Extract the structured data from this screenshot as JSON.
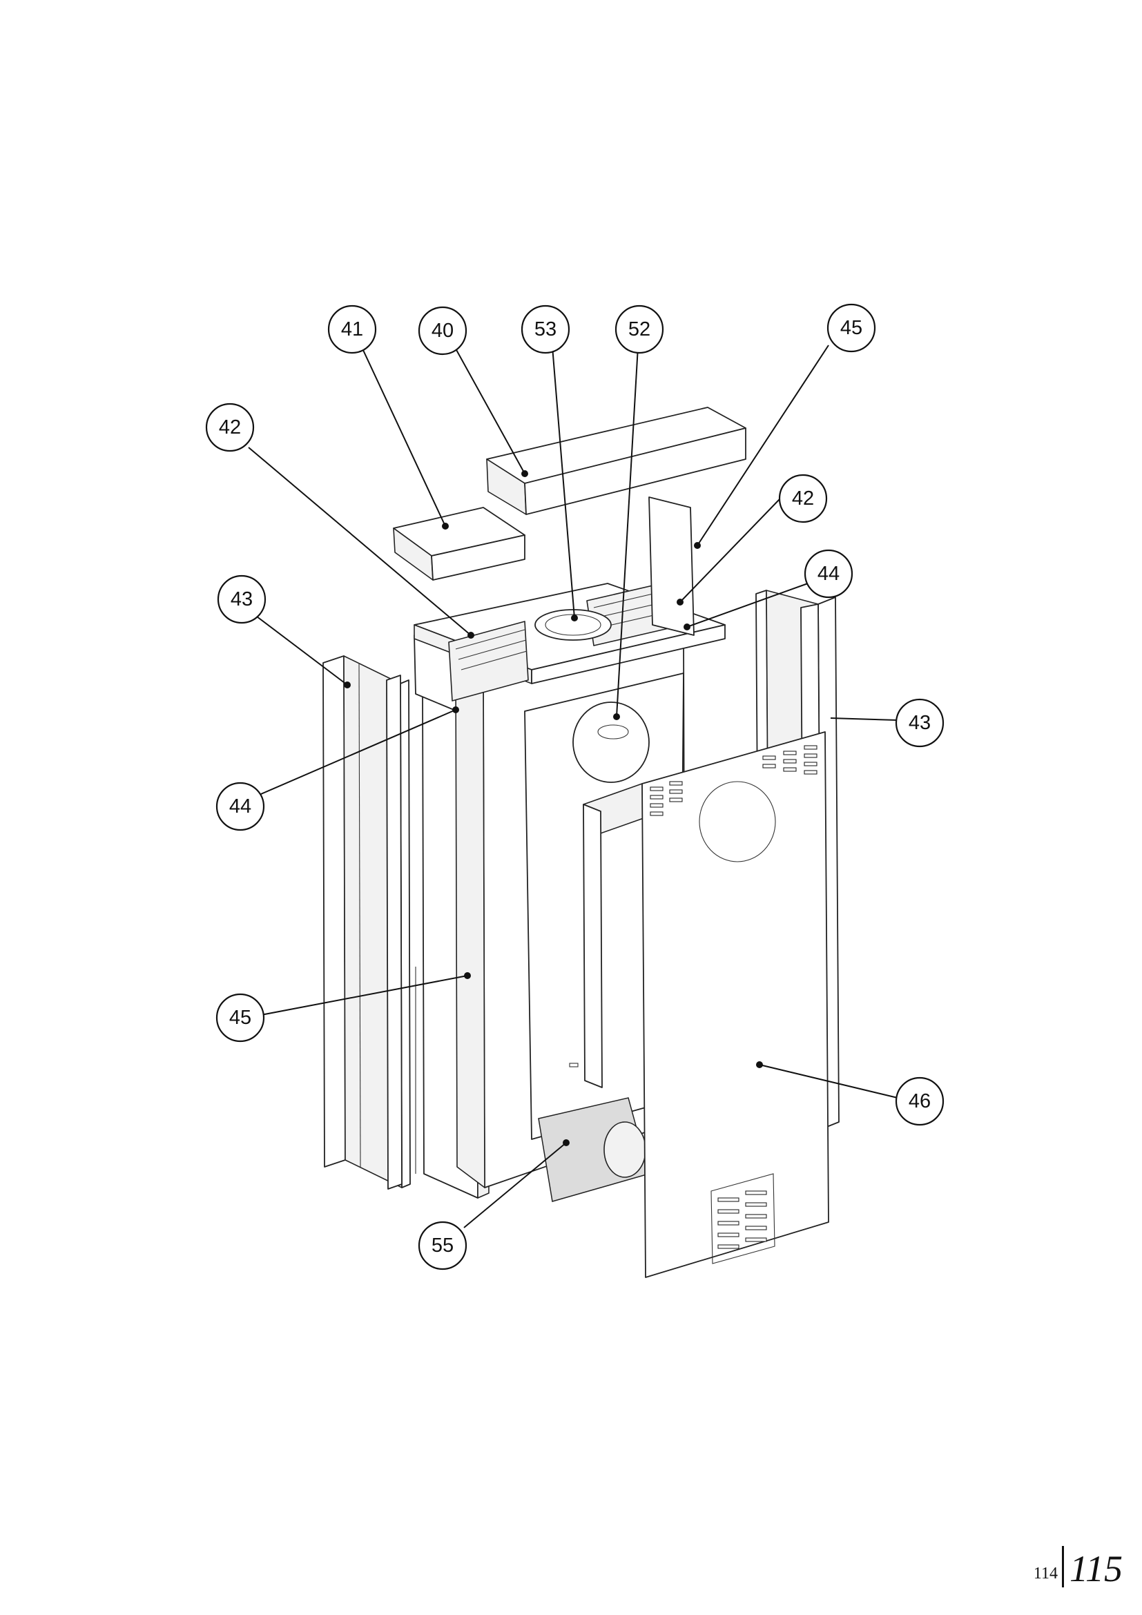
{
  "callouts": [
    {
      "id": "c41",
      "label": "41"
    },
    {
      "id": "c40",
      "label": "40"
    },
    {
      "id": "c53",
      "label": "53"
    },
    {
      "id": "c52",
      "label": "52"
    },
    {
      "id": "c45top",
      "label": "45"
    },
    {
      "id": "c42left",
      "label": "42"
    },
    {
      "id": "c42right",
      "label": "42"
    },
    {
      "id": "c44right",
      "label": "44"
    },
    {
      "id": "c43left",
      "label": "43"
    },
    {
      "id": "c43right",
      "label": "43"
    },
    {
      "id": "c44left",
      "label": "44"
    },
    {
      "id": "c45left",
      "label": "45"
    },
    {
      "id": "c46",
      "label": "46"
    },
    {
      "id": "c55",
      "label": "55"
    }
  ],
  "page_numbers": {
    "left": "114",
    "right": "115"
  }
}
